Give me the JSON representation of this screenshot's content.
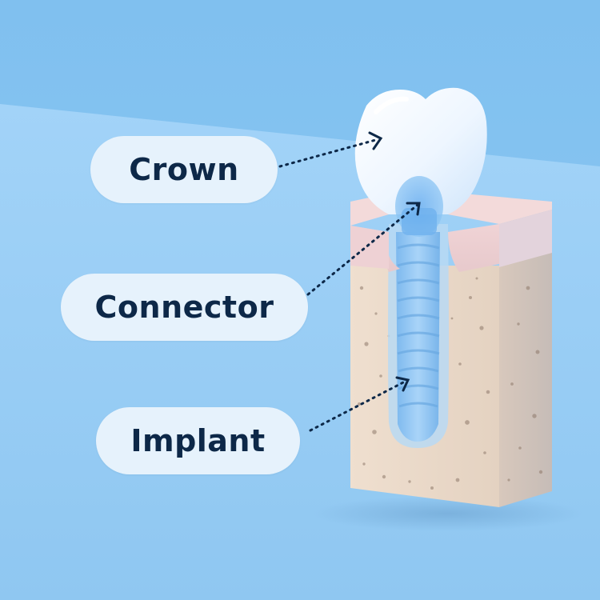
{
  "labels": {
    "crown": "Crown",
    "connector": "Connector",
    "implant": "Implant"
  },
  "colors": {
    "background_top": "#80c0ef",
    "background_bottom": "#a8d6fa",
    "pill_fill": "#e6f2fc",
    "label_text": "#0d2848",
    "arrow": "#0d2848",
    "gum": "#ecc9cc",
    "bone": "#ead8c6",
    "tooth": "#f4f9ff",
    "implant": "#8dc4f2"
  }
}
